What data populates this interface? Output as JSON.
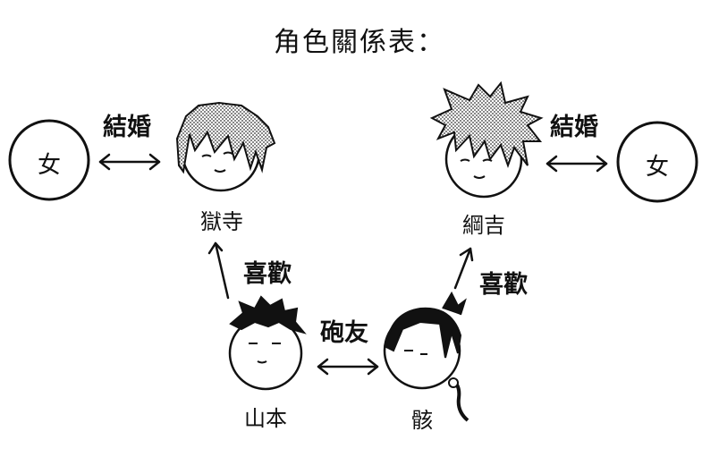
{
  "title": "角色關係表：",
  "characters": {
    "woman_left": "女",
    "gokudera": "獄寺",
    "tsuna": "綱吉",
    "woman_right": "女",
    "yamamoto": "山本",
    "hibari": "骸"
  },
  "relations": {
    "left_marriage": "結婚",
    "right_marriage": "結婚",
    "yamamoto_likes": "喜歡",
    "hibari_likes": "喜歡",
    "friends": "砲友"
  }
}
